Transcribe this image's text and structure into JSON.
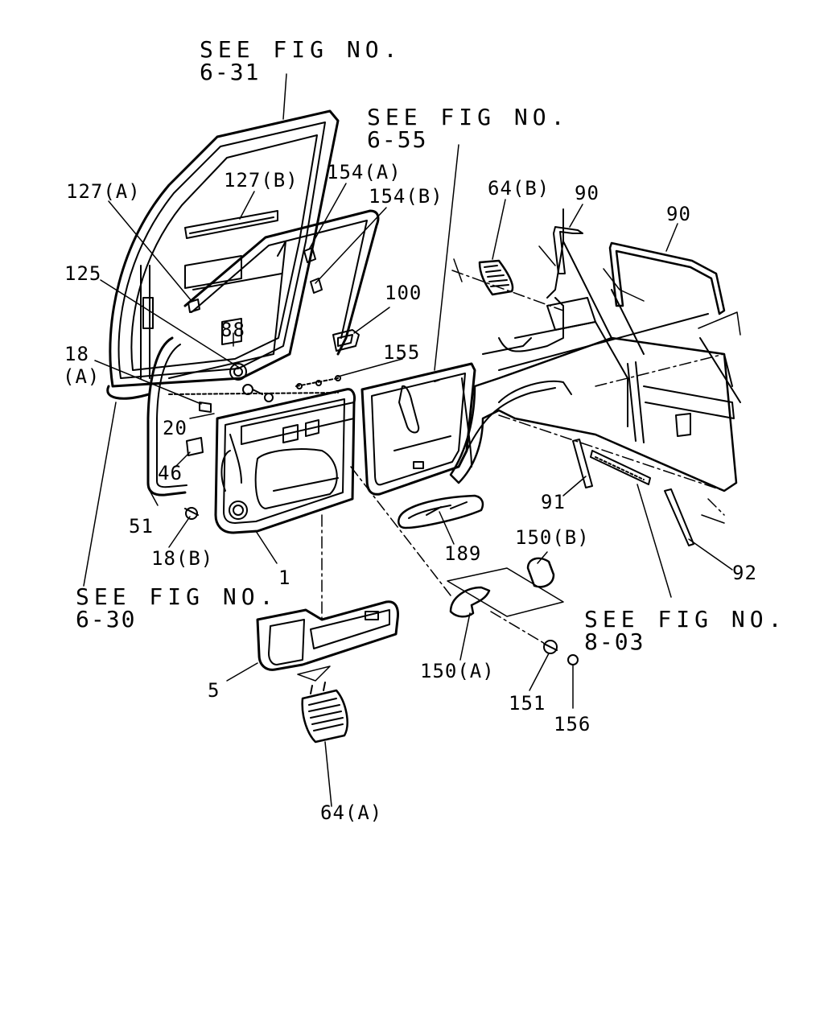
{
  "references": {
    "r631": {
      "line1": "SEE FIG NO.",
      "line2": "6-31"
    },
    "r655": {
      "line1": "SEE FIG NO.",
      "line2": "6-55"
    },
    "r630": {
      "line1": "SEE FIG NO.",
      "line2": "6-30"
    },
    "r803": {
      "line1": "SEE FIG NO.",
      "line2": "8-03"
    }
  },
  "callouts": {
    "p127a": "127(A)",
    "p127b": "127(B)",
    "p154a": "154(A)",
    "p154b": "154(B)",
    "p125": "125",
    "p88": "88",
    "p100": "100",
    "p155": "155",
    "p18a_num": "18",
    "p18a_sub": "(A)",
    "p20": "20",
    "p46": "46",
    "p51": "51",
    "p18b": "18(B)",
    "p1": "1",
    "p64b": "64(B)",
    "p90a": "90",
    "p90b": "90",
    "p91": "91",
    "p92": "92",
    "p189": "189",
    "p150b": "150(B)",
    "p150a": "150(A)",
    "p151": "151",
    "p156": "156",
    "p5": "5",
    "p64a": "64(A)"
  }
}
